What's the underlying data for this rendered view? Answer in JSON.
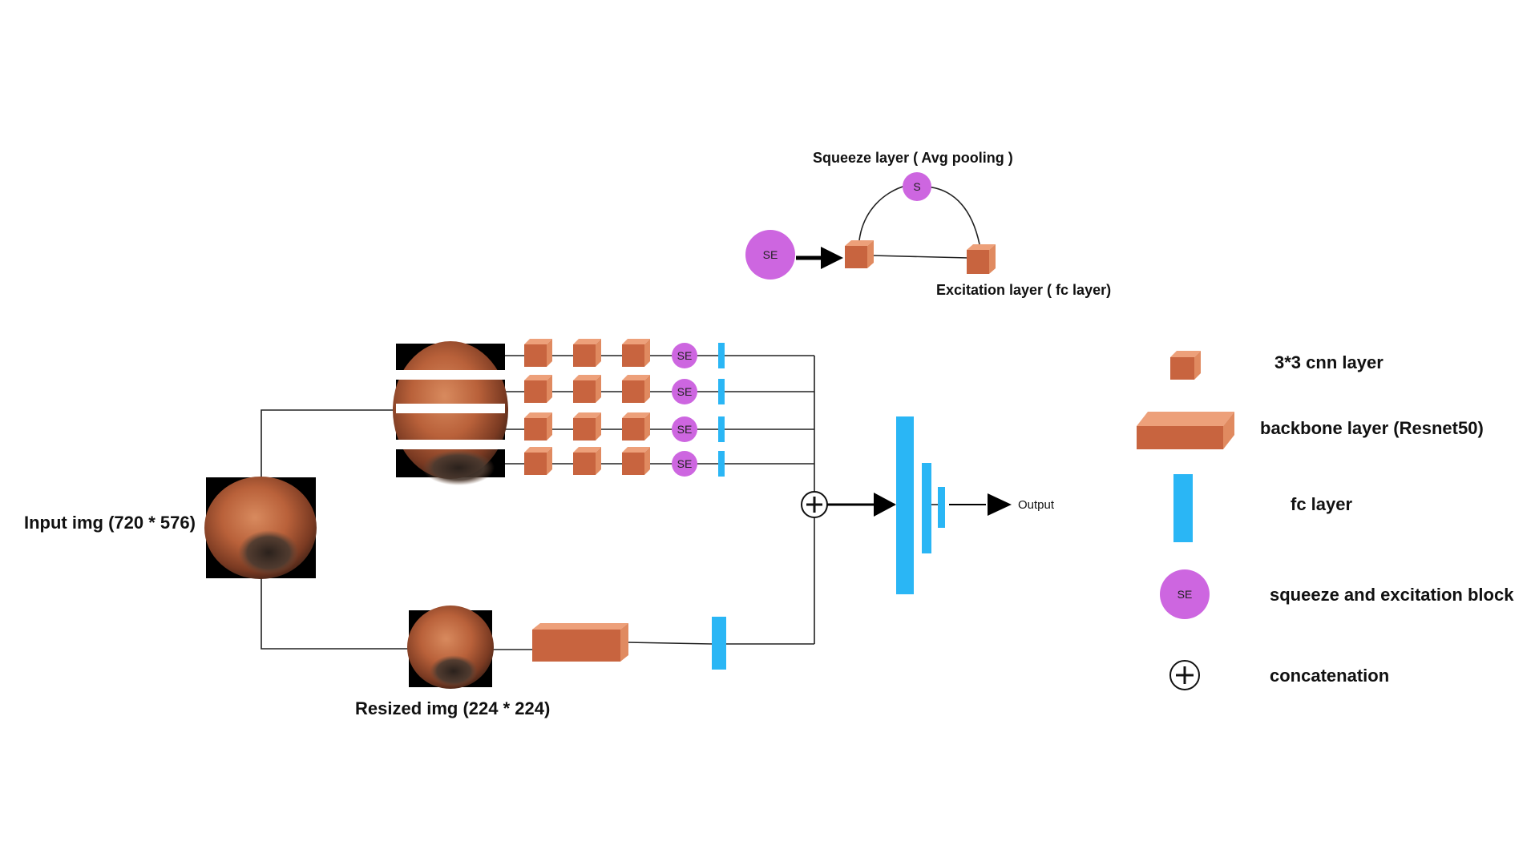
{
  "colors": {
    "cube_front": "#C8643F",
    "cube_top": "#EDA07A",
    "cube_side": "#E08A60",
    "fc": "#2AB6F5",
    "se": "#CD66E0",
    "wire": "#222222",
    "arrow": "#000000"
  },
  "diagram": {
    "input_label": "Input img  (720 * 576)",
    "resized_label": "Resized img (224 * 224)",
    "output_label": "Output",
    "se_block_text": "SE",
    "concat_icon": "circled-plus-icon"
  },
  "se_detail": {
    "squeeze_label": "Squeeze layer ( Avg pooling )",
    "excitation_label": "Excitation layer ( fc layer)",
    "s_node_text": "S",
    "se_node_text": "SE"
  },
  "legend": {
    "items": [
      {
        "icon": "small-cube-icon",
        "label": "3*3  cnn layer"
      },
      {
        "icon": "slab-block-icon",
        "label": "backbone layer (Resnet50)"
      },
      {
        "icon": "fc-bar-icon",
        "label": "fc layer"
      },
      {
        "icon": "se-circle-icon",
        "label": "squeeze and excitation block",
        "text": "SE"
      },
      {
        "icon": "circled-plus-icon",
        "label": "concatenation"
      }
    ]
  }
}
